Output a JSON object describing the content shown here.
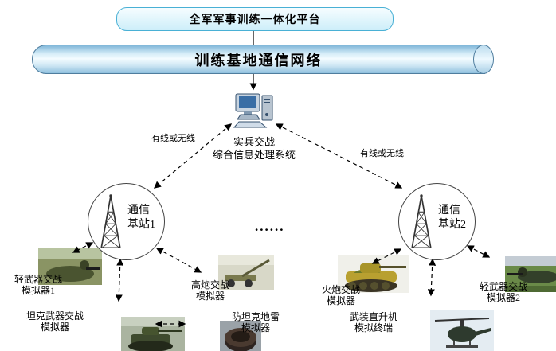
{
  "platform": {
    "label": "全军军事训练一体化平台"
  },
  "backbone": {
    "label": "训练基地通信网络"
  },
  "processor": {
    "line1": "实兵交战",
    "line2": "综合信息处理系统"
  },
  "links": {
    "left_label": "有线或无线",
    "right_label": "有线或无线"
  },
  "stations": [
    {
      "line1": "通信",
      "line2": "基站1"
    },
    {
      "line1": "通信",
      "line2": "基站2"
    }
  ],
  "ellipsis": "......",
  "simulators": [
    {
      "id": "light-weapon-sim-1",
      "line1": "轻武器交战",
      "line2": "模拟器1"
    },
    {
      "id": "tank-weapon-sim",
      "line1": "坦克武器交战",
      "line2": "模拟器"
    },
    {
      "id": "aa-gun-sim",
      "line1": "高炮交战",
      "line2": "模拟器"
    },
    {
      "id": "anti-tank-mine-sim",
      "line1": "防坦克地雷",
      "line2": "模拟器"
    },
    {
      "id": "artillery-sim",
      "line1": "火炮交战",
      "line2": "模拟器"
    },
    {
      "id": "helicopter-sim",
      "line1": "武装直升机",
      "line2": "模拟终端"
    },
    {
      "id": "light-weapon-sim-2",
      "line1": "轻武器交战",
      "line2": "模拟器2"
    }
  ],
  "colors": {
    "platform_border": "#49b0d5",
    "platform_fill": "#d9f1fa",
    "pipe_border": "#4f7d9e",
    "pipe_fill": "#cfe7f4",
    "line_color": "#000000",
    "text_color": "#000000"
  }
}
